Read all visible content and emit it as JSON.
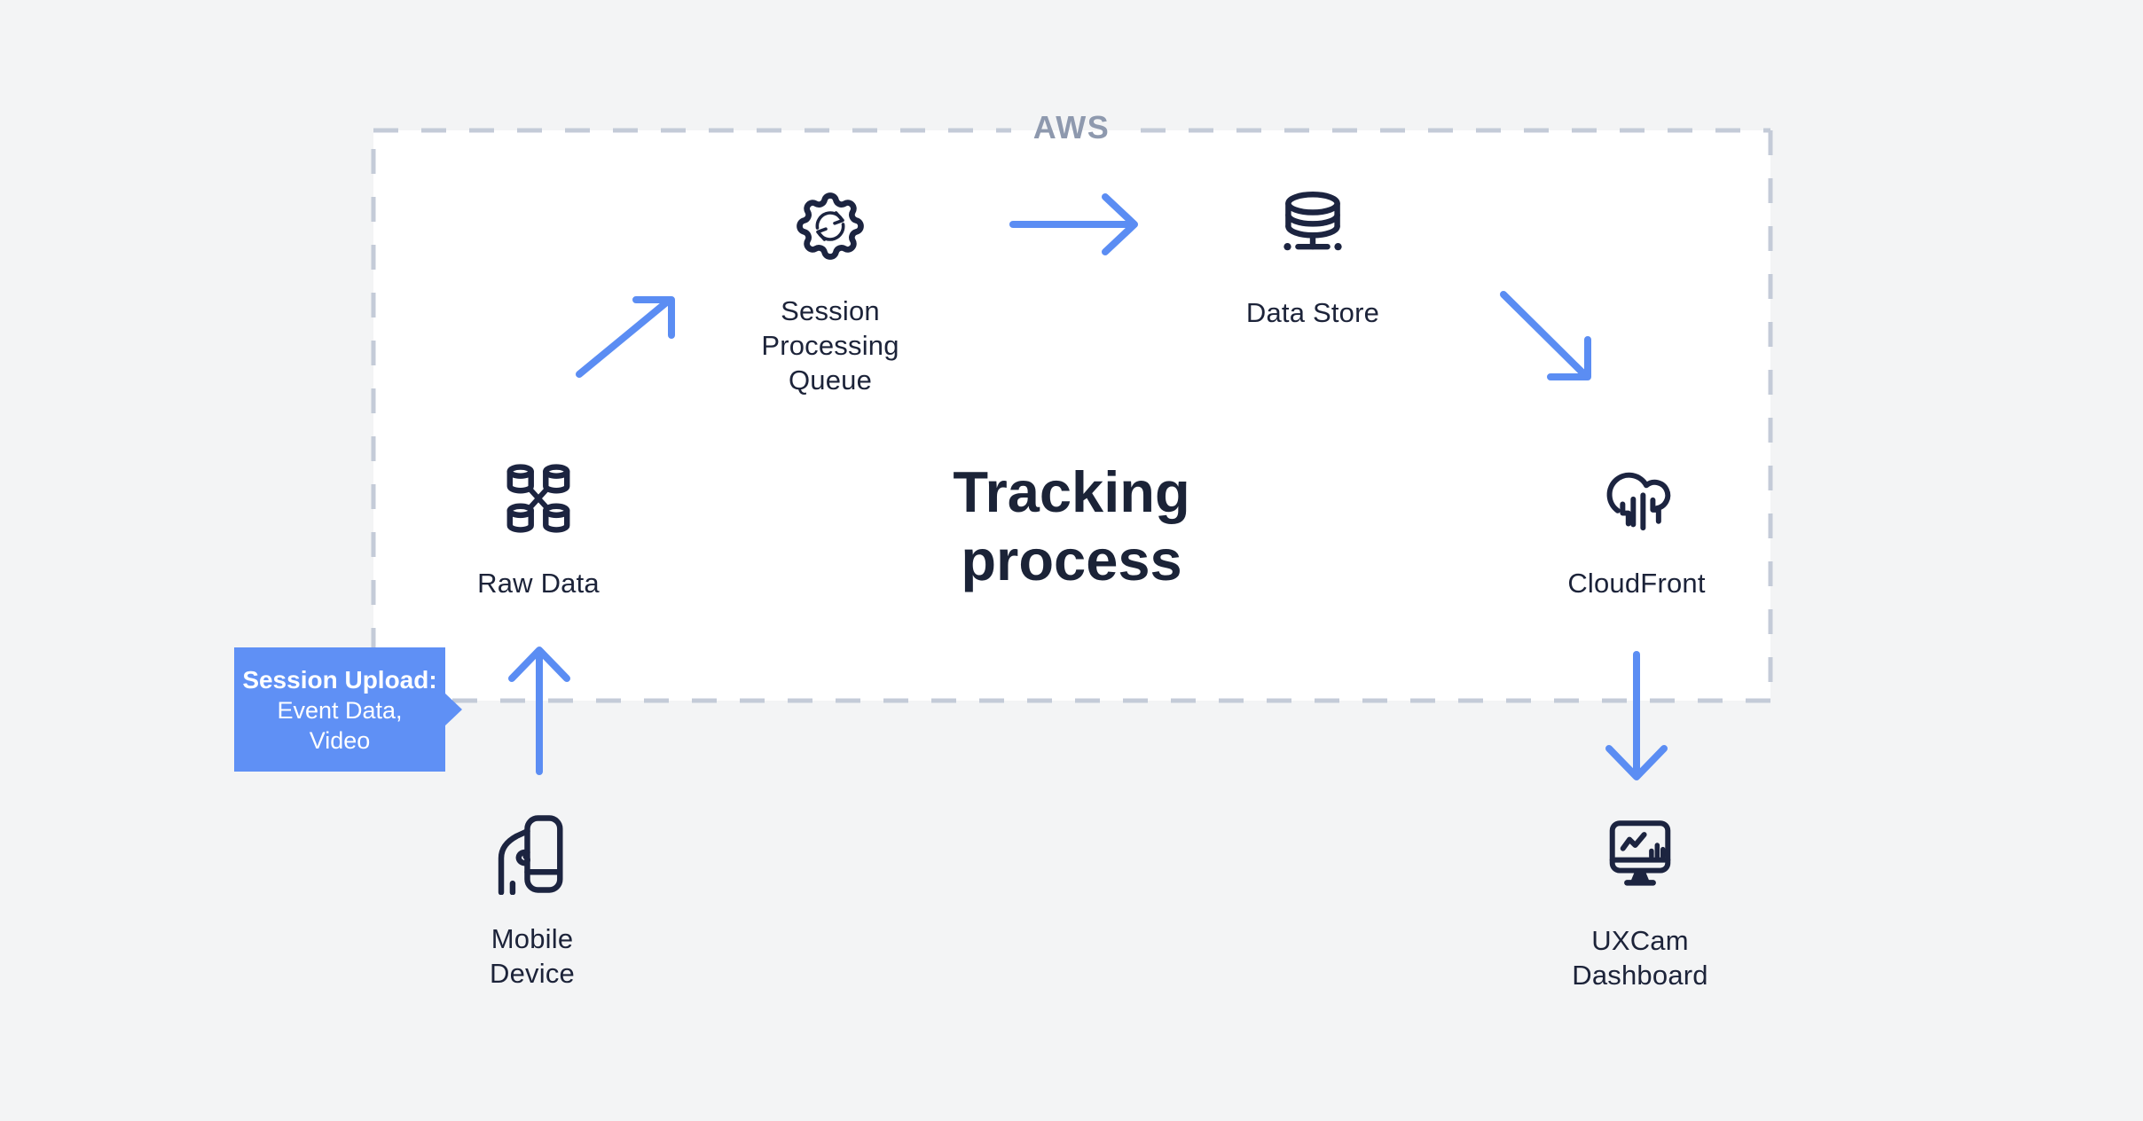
{
  "diagram": {
    "aws_box_label": "AWS",
    "title": "Tracking\nprocess"
  },
  "nodes": {
    "session_queue": {
      "label": "Session\nProcessing\nQueue",
      "icon": "gear-sync-icon"
    },
    "data_store": {
      "label": "Data Store",
      "icon": "database-icon"
    },
    "raw_data": {
      "label": "Raw Data",
      "icon": "data-cluster-icon"
    },
    "cloudfront": {
      "label": "CloudFront",
      "icon": "cloud-data-icon"
    },
    "mobile_device": {
      "label": "Mobile\nDevice",
      "icon": "hand-phone-icon"
    },
    "uxcam_dashboard": {
      "label": "UXCam\nDashboard",
      "icon": "monitor-chart-icon"
    }
  },
  "tooltip": {
    "title": "Session Upload:",
    "body": "Event Data,\nVideo"
  },
  "edges": [
    {
      "from": "mobile_device",
      "to": "raw_data"
    },
    {
      "from": "raw_data",
      "to": "session_queue"
    },
    {
      "from": "session_queue",
      "to": "data_store"
    },
    {
      "from": "data_store",
      "to": "cloudfront"
    },
    {
      "from": "cloudfront",
      "to": "uxcam_dashboard"
    }
  ],
  "colors": {
    "background": "#f3f4f5",
    "panel": "#ffffff",
    "dashed_border": "#c4cbd8",
    "aws_label": "#8e99ae",
    "text_navy": "#1c2339",
    "icon_navy": "#1c2440",
    "arrow_blue": "#5b8df3",
    "tooltip_blue": "#5f90f5"
  }
}
